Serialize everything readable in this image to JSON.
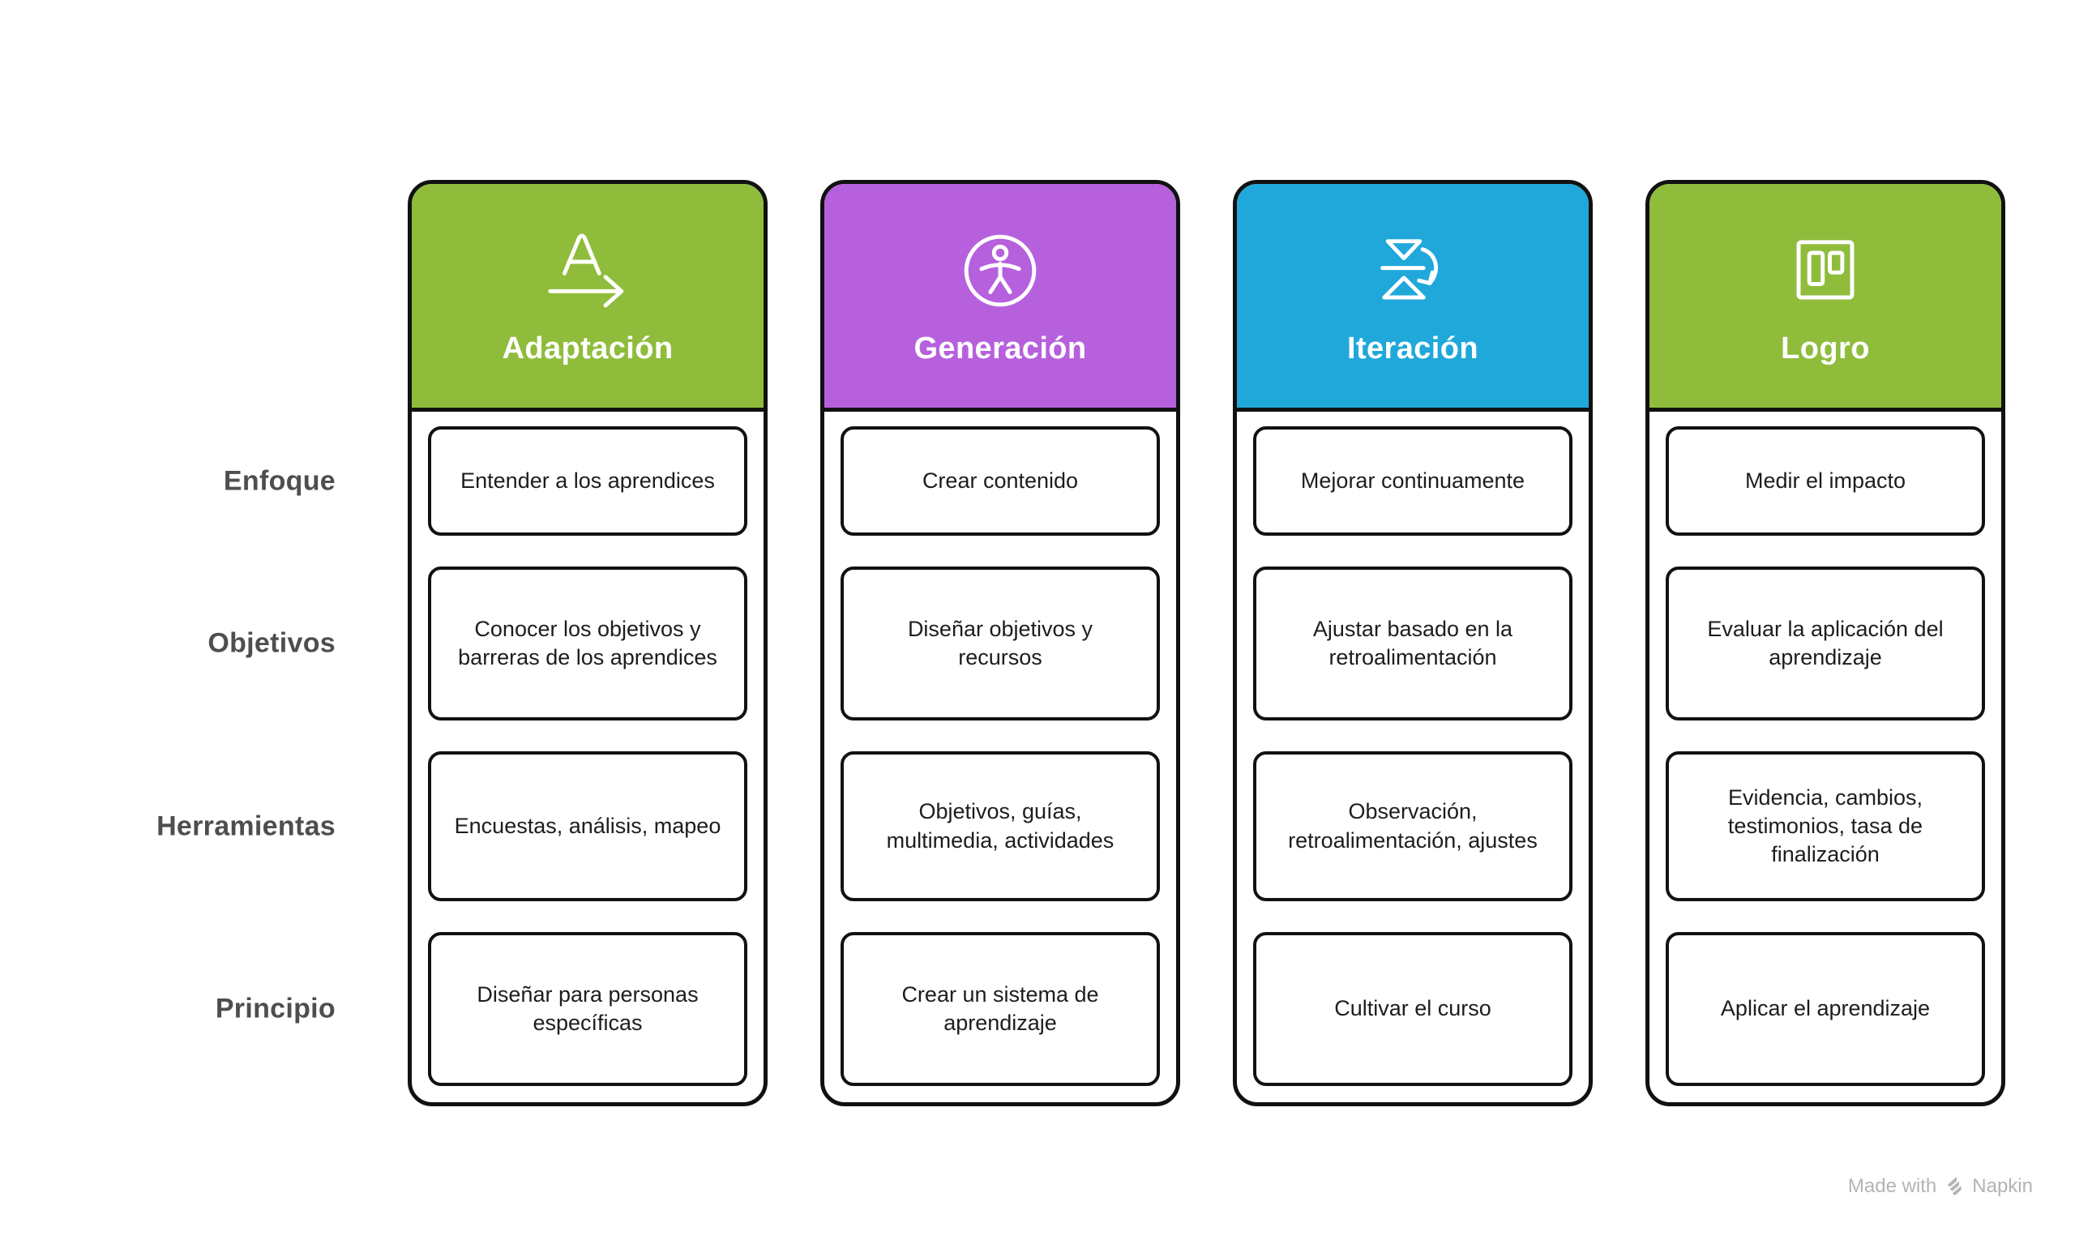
{
  "row_labels": [
    "Enfoque",
    "Objetivos",
    "Herramientas",
    "Principio"
  ],
  "columns": [
    {
      "title": "Adaptación",
      "color": "#90bc3c",
      "icon": "letter-a-arrow-icon",
      "cells": [
        "Entender a los aprendices",
        "Conocer los objetivos y barreras de los aprendices",
        "Encuestas, análisis, mapeo",
        "Diseñar para personas específicas"
      ]
    },
    {
      "title": "Generación",
      "color": "#b760dd",
      "icon": "accessibility-person-icon",
      "cells": [
        "Crear contenido",
        "Diseñar objetivos y recursos",
        "Objetivos, guías, multimedia, actividades",
        "Crear un sistema de aprendizaje"
      ]
    },
    {
      "title": "Iteración",
      "color": "#20a8da",
      "icon": "flip-refresh-icon",
      "cells": [
        "Mejorar continuamente",
        "Ajustar basado en la retroalimentación",
        "Observación, retroalimentación, ajustes",
        "Cultivar el curso"
      ]
    },
    {
      "title": "Logro",
      "color": "#90bc3c",
      "icon": "kanban-board-icon",
      "cells": [
        "Medir el impacto",
        "Evaluar la aplicación del aprendizaje",
        "Evidencia, cambios, testimonios, tasa de finalización",
        "Aplicar el aprendizaje"
      ]
    }
  ],
  "footer": {
    "text": "Made with",
    "brand": "Napkin"
  },
  "style": {
    "border_color": "#111111",
    "label_color": "#4e4e4e",
    "cell_text_color": "#1d1d1d",
    "footer_color": "#b4b4b4",
    "green": "#90bc3c",
    "purple": "#b760dd",
    "blue": "#20a8da"
  }
}
